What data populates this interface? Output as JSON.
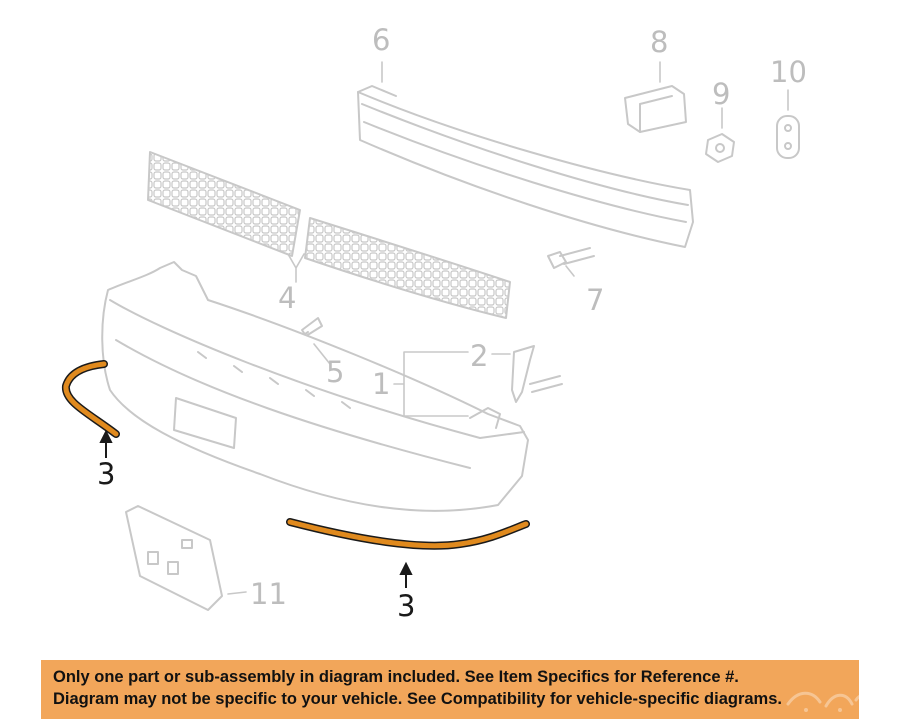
{
  "colors": {
    "part_outline": "#c8c8c8",
    "highlight_part": "#e08a1e",
    "callout_inactive": "#bdbdbd",
    "callout_active": "#1a1a1a",
    "banner_background": "#f2a65a"
  },
  "callouts": {
    "c1": "1",
    "c2": "2",
    "c3_left": "3",
    "c3_bottom": "3",
    "c4": "4",
    "c5": "5",
    "c6": "6",
    "c7": "7",
    "c8": "8",
    "c9": "9",
    "c10": "10",
    "c11": "11"
  },
  "highlighted_part": "3",
  "banner": {
    "line1": "Only one part or sub-assembly in diagram included. See Item Specifics for Reference #.",
    "line2": "Diagram may not be specific to your vehicle. See Compatibility for vehicle-specific diagrams."
  }
}
